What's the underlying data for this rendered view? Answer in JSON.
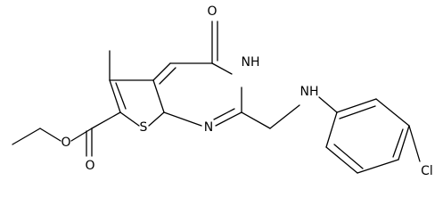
{
  "molecule": {
    "atoms": {
      "O_keto": "O",
      "NH_ring": "NH",
      "N_ring": "N",
      "S_ring": "S",
      "O_ester_carbonyl": "O",
      "O_ester": "O",
      "NH_amine": "NH",
      "Cl": "Cl"
    }
  }
}
